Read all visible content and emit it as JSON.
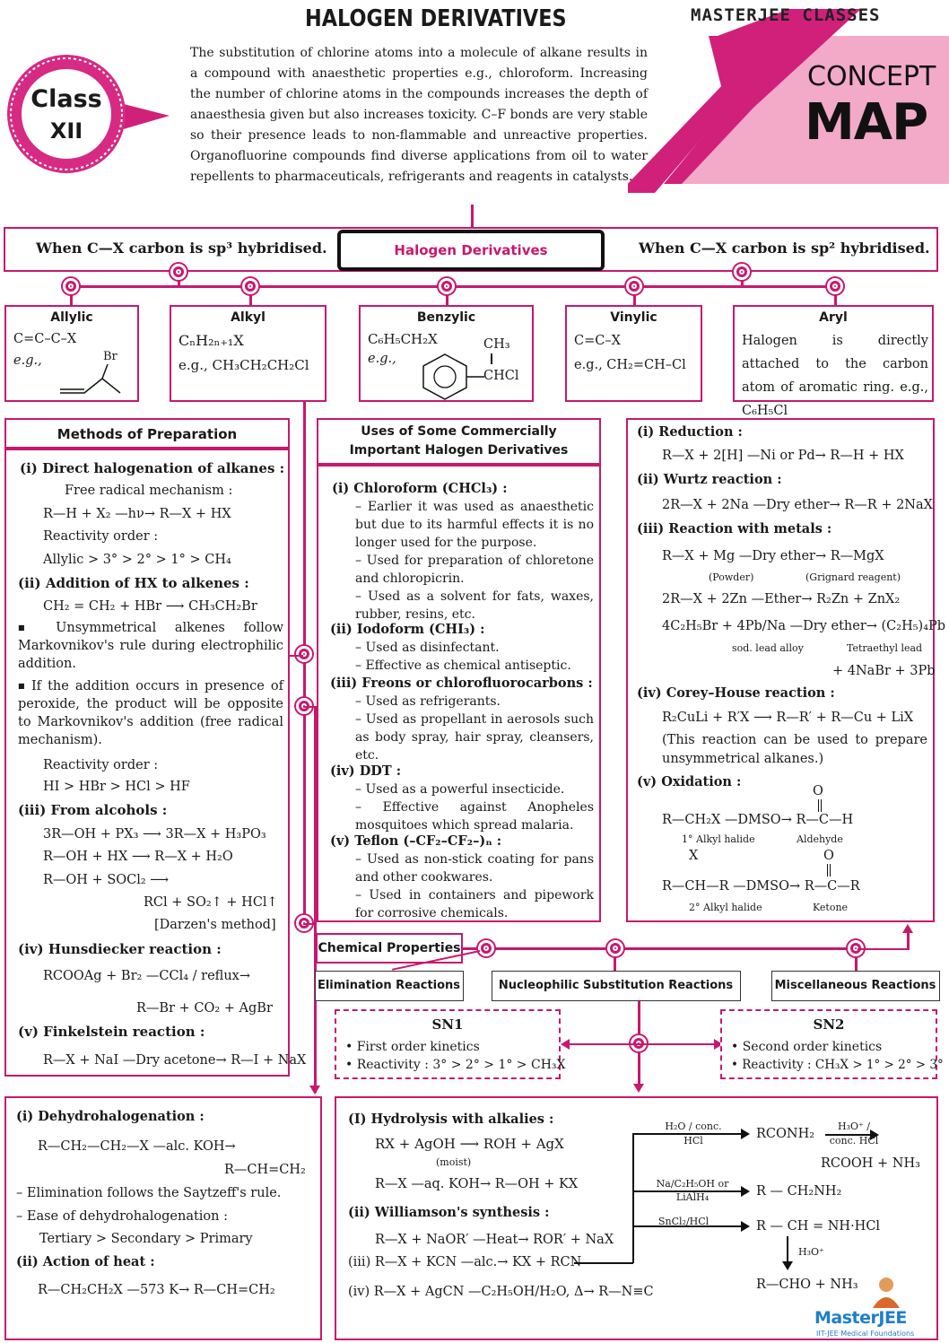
{
  "header": {
    "title": "HALOGEN DERIVATIVES",
    "brand": "MASTERJEE CLASSES",
    "concept": "CONCEPT",
    "map": "MAP",
    "class_line1": "Class",
    "class_line2": "XII",
    "intro": "The substitution of chlorine atoms into a molecule of alkane results in a compound with anaesthetic properties e.g., chloroform. Increasing the number of chlorine atoms in the compounds increases the depth of anaesthesia given but also increases toxicity. C–F bonds are very stable so their presence leads to non-flammable and unreactive properties. Organofluorine compounds find diverse applications from oil to water repellents to pharmaceuticals, refrigerants and reagents in catalysts."
  },
  "top": {
    "left": "When C—X carbon is sp³ hybridised.",
    "center": "Halogen Derivatives",
    "right": "When C—X carbon is sp² hybridised."
  },
  "types": [
    {
      "title": "Allylic",
      "l1": "C=C–C–X",
      "l2": "e.g.,",
      "extra": "Br"
    },
    {
      "title": "Alkyl",
      "l1": "CₙH₂ₙ₊₁X",
      "l2": "e.g., CH₃CH₂CH₂Cl"
    },
    {
      "title": "Benzylic",
      "l1": "C₆H₅CH₂X",
      "l2": "e.g.,",
      "ch3": "CH₃",
      "chcl": "CHCl"
    },
    {
      "title": "Vinylic",
      "l1": "C=C–X",
      "l2": "e.g., CH₂=CH–Cl"
    },
    {
      "title": "Aryl",
      "l1": "Halogen is directly attached to the carbon atom of aromatic ring. e.g., C₆H₅Cl"
    }
  ],
  "methods": {
    "title": "Methods of Preparation",
    "lines": [
      "(i)  Direct halogenation of alkanes :",
      "Free radical mechanism :",
      "R—H + X₂ —hν→ R—X + HX",
      "Reactivity order :",
      "Allylic > 3° > 2° > 1° > CH₄",
      "(ii) Addition of HX to alkenes :",
      "CH₂ = CH₂ + HBr ⟶ CH₃CH₂Br",
      "Unsymmetrical alkenes follow Markovnikov's rule during electrophilic addition.",
      "If the addition occurs in presence of peroxide, the product will be opposite to Markovnikov's addition (free radical mechanism).",
      "Reactivity order :",
      "HI > HBr > HCl > HF",
      "(iii) From alcohols :",
      "3R—OH + PX₃ ⟶ 3R—X + H₃PO₃",
      "R—OH + HX ⟶ R—X + H₂O",
      "R—OH + SOCl₂ ⟶",
      "RCl + SO₂↑ + HCl↑",
      "[Darzen's method]",
      "(iv) Hunsdiecker reaction :",
      "RCOOAg + Br₂ —CCl₄ / reflux→",
      "R—Br + CO₂ + AgBr",
      "(v)  Finkelstein reaction :",
      "R—X + NaI —Dry acetone→ R—I + NaX"
    ]
  },
  "uses": {
    "title1": "Uses of Some Commercially",
    "title2": "Important Halogen Derivatives",
    "lines": [
      "(i)  Chloroform (CHCl₃) :",
      "Earlier it was used as anaesthetic but due to its harmful effects it is no longer used for the purpose.",
      "Used for preparation of chloretone and chloropicrin.",
      "Used as a solvent for fats, waxes, rubber, resins, etc.",
      "(ii)  Iodoform (CHI₃) :",
      "Used as disinfectant.",
      "Effective as chemical antiseptic.",
      "(iii) Freons or chlorofluorocarbons :",
      "Used as refrigerants.",
      "Used as propellant in aerosols such as body spray, hair spray, cleansers, etc.",
      "(iv) DDT :",
      "Used as a powerful insecticide.",
      "Effective against Anopheles mosquitoes which spread malaria.",
      "(v)  Teflon (–CF₂–CF₂–)ₙ :",
      "Used as non-stick coating for pans and other cookwares.",
      "Used in containers and pipework for corrosive chemicals."
    ]
  },
  "misc": {
    "lines": [
      "(i)  Reduction :",
      "R—X + 2[H] —Ni or Pd→ R—H + HX",
      "(ii)  Wurtz reaction :",
      "2R—X + 2Na —Dry ether→ R—R + 2NaX",
      "(iii) Reaction with metals :",
      "R—X + Mg —Dry ether→ R—MgX",
      "(Powder)",
      "(Grignard reagent)",
      "2R—X + 2Zn —Ether→ R₂Zn + ZnX₂",
      "4C₂H₅Br + 4Pb/Na —Dry ether→ (C₂H₅)₄Pb",
      "sod. lead alloy",
      "Tetraethyl lead",
      "+ 4NaBr + 3Pb",
      "(iv) Corey–House reaction :",
      "R₂CuLi + R′X ⟶ R—R′ + R—Cu + LiX",
      "(This reaction can be used to prepare unsymmetrical alkanes.)",
      "(v)  Oxidation :",
      "R—CH₂X —DMSO→ R—C—H",
      "1° Alkyl halide",
      "Aldehyde",
      "R—CH—R —DMSO→ R—C—R",
      "2° Alkyl halide",
      "Ketone",
      "O",
      "X"
    ]
  },
  "chem_props": "Chemical Properties",
  "reactions": {
    "elim": "Elimination Reactions",
    "nuc": "Nucleophilic Substitution Reactions",
    "misc": "Miscellaneous Reactions"
  },
  "sn1": {
    "title": "SN1",
    "l1": "First order kinetics",
    "l2": "Reactivity : 3° > 2° > 1° > CH₃X"
  },
  "sn2": {
    "title": "SN2",
    "l1": "Second order kinetics",
    "l2": "Reactivity : CH₃X > 1° > 2° > 3°"
  },
  "elim_box": {
    "lines": [
      "(i)  Dehydrohalogenation :",
      "R—CH₂—CH₂—X —alc. KOH→",
      "R—CH=CH₂",
      "Elimination follows the Saytzeff's rule.",
      "Ease of dehydrohalogenation :",
      "Tertiary > Secondary > Primary",
      "(ii) Action of heat :",
      "R—CH₂CH₂X —573 K→ R—CH=CH₂"
    ]
  },
  "nuc_box": {
    "lines": [
      "(I)  Hydrolysis with alkalies :",
      "RX + AgOH ⟶ ROH + AgX",
      "(moist)",
      "R—X —aq. KOH→ R—OH + KX",
      "(ii) Williamson's synthesis :",
      "R—X + NaOR′ —Heat→ ROR′ + NaX",
      "(iii) R—X + KCN —alc.→ KX + RCN",
      "(iv) R—X + AgCN —C₂H₅OH/H₂O, Δ→ R—N≡C",
      "H₂O / conc. HCl",
      "RCONH₂",
      "H₃O⁺ / conc. HCl",
      "RCOOH + NH₃",
      "Na/C₂H₅OH or LiAlH₄",
      "R — CH₂NH₂",
      "SnCl₂/HCl",
      "R — CH = NH·HCl",
      "H₃O⁺",
      "R—CHO + NH₃",
      "IIT-JEE Medical Foundations"
    ]
  },
  "logo": "MasterJEE"
}
